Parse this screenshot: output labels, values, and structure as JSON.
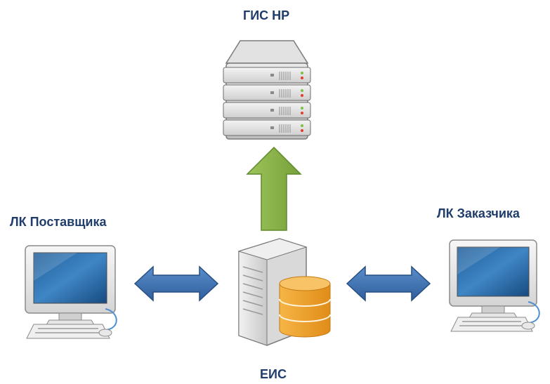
{
  "labels": {
    "top_server": "ГИС НР",
    "supplier": "ЛК Поставщика",
    "customer": "ЛК Заказчика",
    "center": "ЕИС"
  },
  "colors": {
    "label_text": "#1f3c6b",
    "arrow_up": "#8cb34b",
    "arrow_side": "#3f6fae",
    "db_orange": "#f0a330"
  }
}
